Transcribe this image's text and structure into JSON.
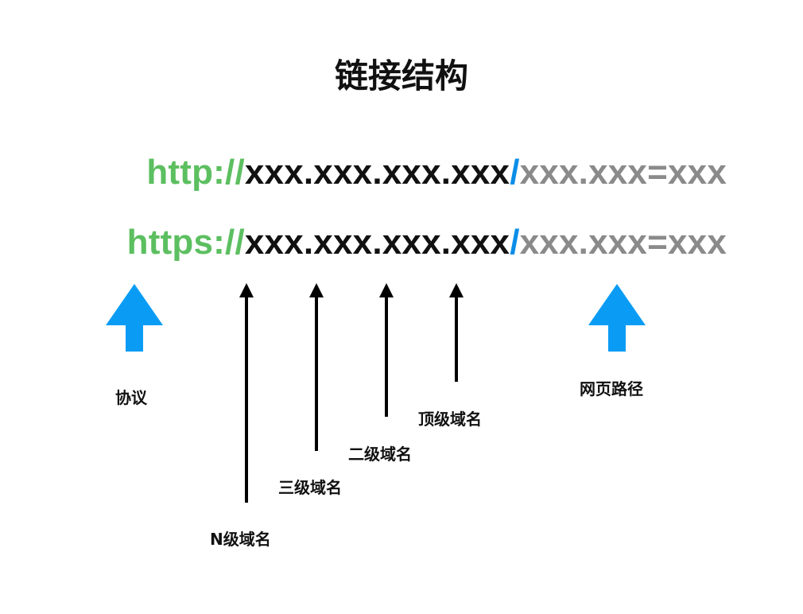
{
  "title": "链接结构",
  "colors": {
    "protocol": "#5cbf60",
    "domain": "#111111",
    "separator": "#0a8ee8",
    "path": "#8a8a8a",
    "arrow_thin": "#000000",
    "arrow_thick": "#0a9cf5"
  },
  "urls": [
    {
      "protocol": "http://",
      "domain": "xxx.xxx.xxx.xxx",
      "separator": "/",
      "path": "xxx.xxx=xxx"
    },
    {
      "protocol": "https://",
      "domain": "xxx.xxx.xxx.xxx",
      "separator": "/",
      "path": "xxx.xxx=xxx"
    }
  ],
  "labels": {
    "protocol": "协议",
    "n_level_domain": "N级域名",
    "third_level_domain": "三级域名",
    "second_level_domain": "二级域名",
    "top_level_domain": "顶级域名",
    "web_path": "网页路径"
  }
}
